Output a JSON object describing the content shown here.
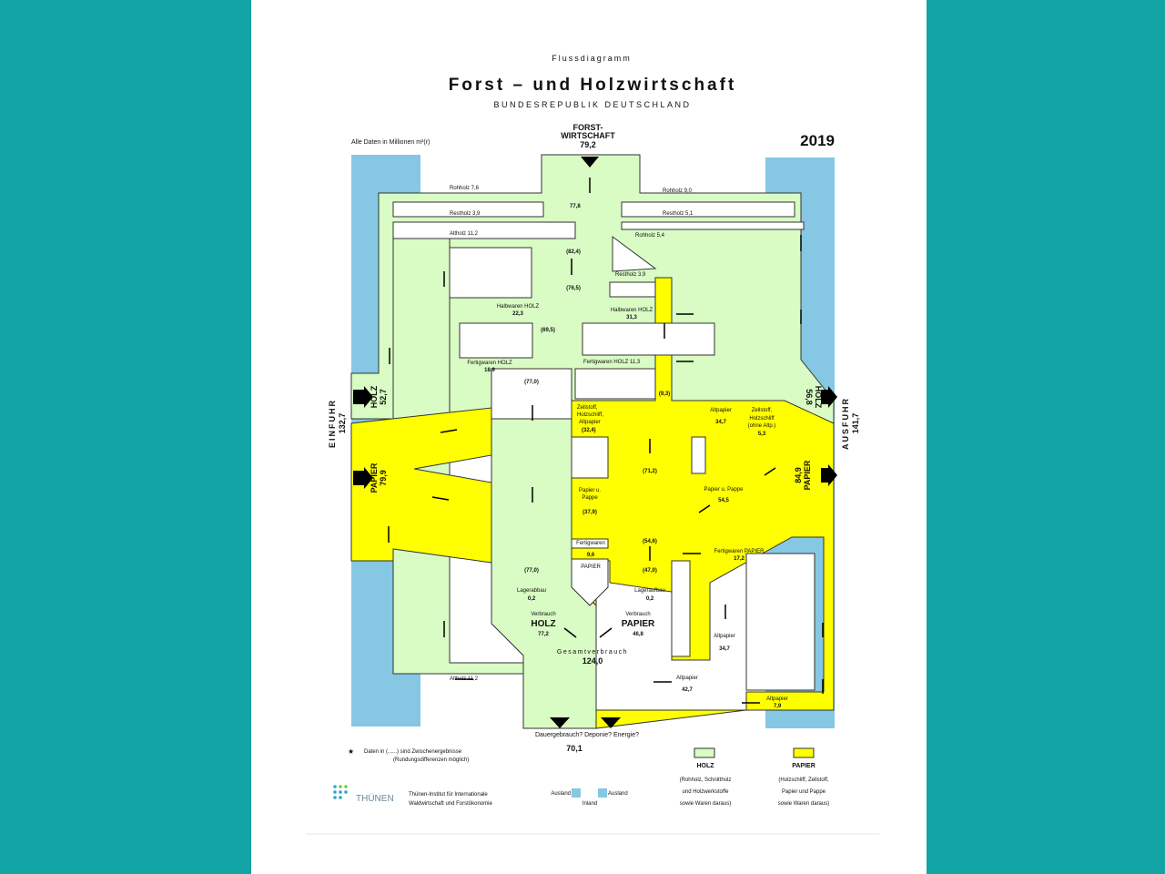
{
  "header": {
    "kicker": "Flussdiagramm",
    "title": "Forst – und Holzwirtschaft",
    "subtitle": "BUNDESREPUBLIK DEUTSCHLAND",
    "units": "Alle Daten in Millionen m³(r)",
    "year": "2019"
  },
  "source": {
    "label1": "FORST-",
    "label2": "WIRTSCHAFT",
    "value": "79,2"
  },
  "sides": {
    "import_label": "EINFUHR",
    "import_value": "132,7",
    "export_label": "AUSFUHR",
    "export_value": "141,7",
    "import_holz": "HOLZ",
    "import_holz_value": "52,7",
    "import_papier": "PAPIER",
    "import_papier_value": "79,9",
    "export_holz": "HOLZ",
    "export_holz_value": "56,8",
    "export_papier": "PAPIER",
    "export_papier_value": "84,9"
  },
  "flows": {
    "rohholz_in": "Rohholz  7,6",
    "restholz_in": "Restholz  3,9",
    "altholz_top": "Altholz  11,2",
    "rohholz_out": "Rohholz  9,0",
    "restholz_out": "Restholz  5,1",
    "rohholz_pap": "Rohholz  5,4",
    "restholz_pap": "Restholz  3,9",
    "star_value": "77,8",
    "i1": "(82,4)",
    "i2": "(76,5)",
    "i3": "(69,5)",
    "i4": "(77,0)",
    "i5": "(77,0)",
    "halbwaren_l": "Halbwaren HOLZ",
    "halbwaren_l_v": "22,3",
    "halbwaren_r": "Halbwaren HOLZ",
    "halbwaren_r_v": "31,3",
    "fertig_l": "Fertigwaren HOLZ",
    "fertig_l_v": "18,9",
    "fertig_r": "Fertigwaren HOLZ  11,3",
    "p1": "(9,3)",
    "zell1": "Zellstoff,",
    "zell2": "Holzschliff,",
    "zell3": "Altpapier",
    "zell_v": "(32,4)",
    "altp_top": "Altpapier",
    "altp_top_v": "34,7",
    "zell_ex1": "Zellstoff,",
    "zell_ex2": "Holzschliff",
    "zell_ex3": "(ohne Altp.)",
    "zell_ex_v": "5,3",
    "p2": "(71,2)",
    "pp_l1": "Papier u.",
    "pp_l2": "Pappe",
    "pp_l_v": "(37,9)",
    "pp_r": "Papier u. Pappe",
    "pp_r_v": "54,5",
    "fw_pap1": "Fertigwaren",
    "fw_pap_v": "9,6",
    "fw_pap2": "PAPIER",
    "p3": "(54,6)",
    "p4": "(47,0)",
    "fw_pap_r": "Fertigwaren PAPIER",
    "fw_pap_r_v": "17,2",
    "lagerabbau": "Lagerabbau",
    "lagerabbau_v": "0,2",
    "lageraufbau": "Lageraufbau",
    "lageraufbau_v": "0,2",
    "vh": "Verbrauch",
    "vh2": "HOLZ",
    "vh_v": "77,2",
    "vp": "Verbrauch",
    "vp2": "PAPIER",
    "vp_v": "46,8",
    "gesamt": "Gesamtverbrauch",
    "gesamt_v": "124,0",
    "altholz_bottom": "Altholz  11,2",
    "altp_r": "Altpapier",
    "altp_r_v": "34,7",
    "altp_b": "Altpapier",
    "altp_b_v": "42,7",
    "altp_s": "Altpapier",
    "altp_s_v": "7,9",
    "sink": "Dauergebrauch?  Deponie?  Energie?",
    "sink_v": "70,1"
  },
  "legend": {
    "note1": "Daten in (......) sind Zwischenergebnisse",
    "note2": "(Rundungsdifferenzen möglich)",
    "holz": "HOLZ",
    "holz_d1": "(Rohholz, Schnittholz",
    "holz_d2": "und Holzwerkstoffe",
    "holz_d3": "sowie Waren daraus)",
    "papier": "PAPIER",
    "papier_d1": "(Holzschliff, Zellstoff,",
    "papier_d2": "Papier und Pappe",
    "papier_d3": "sowie Waren daraus)",
    "ausland_l": "Ausland",
    "inland": "Inland",
    "ausland_r": "Ausland",
    "logo": "THÜNEN",
    "inst1": "Thünen-Institut für Internationale",
    "inst2": "Waldwirtschaft und Forstökonomie"
  },
  "colors": {
    "holz": "#d9fbc4",
    "papier": "#ffff00",
    "ausland": "#86c7e3",
    "bg": "#12a3a4"
  }
}
